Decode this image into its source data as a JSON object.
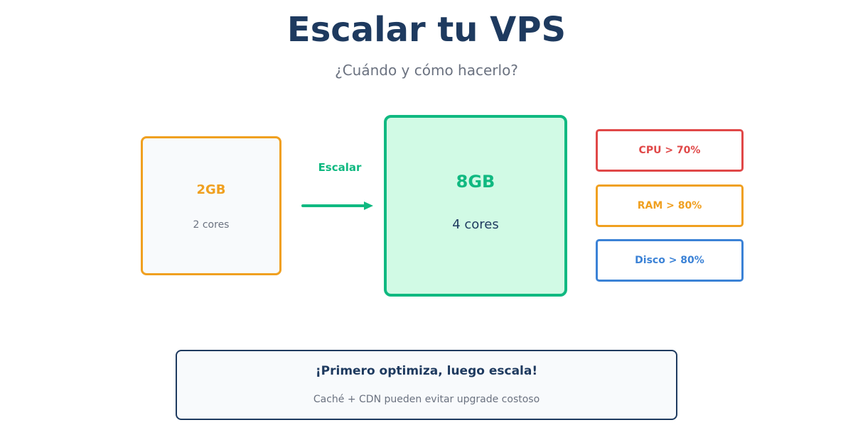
{
  "header": {
    "title": "Escalar tu VPS",
    "subtitle": "¿Cuándo y cómo hacerlo?"
  },
  "diagram": {
    "current_plan": {
      "memory": "2GB",
      "cores": "2 cores"
    },
    "transition": {
      "label": "Escalar",
      "icon": "right-arrow-icon"
    },
    "target_plan": {
      "memory": "8GB",
      "cores": "4 cores"
    },
    "triggers": [
      {
        "label": "CPU > 70%",
        "color": "#e04848"
      },
      {
        "label": "RAM > 80%",
        "color": "#f0a020"
      },
      {
        "label": "Disco > 80%",
        "color": "#3b82d6"
      }
    ]
  },
  "tip": {
    "heading": "¡Primero optimiza, luego escala!",
    "body": "Caché + CDN pueden evitar upgrade costoso"
  },
  "colors": {
    "title": "#1e3a5f",
    "muted": "#6b7280",
    "accent_green": "#10b981",
    "accent_orange": "#f0a020",
    "accent_red": "#e04848",
    "accent_blue": "#3b82d6"
  }
}
